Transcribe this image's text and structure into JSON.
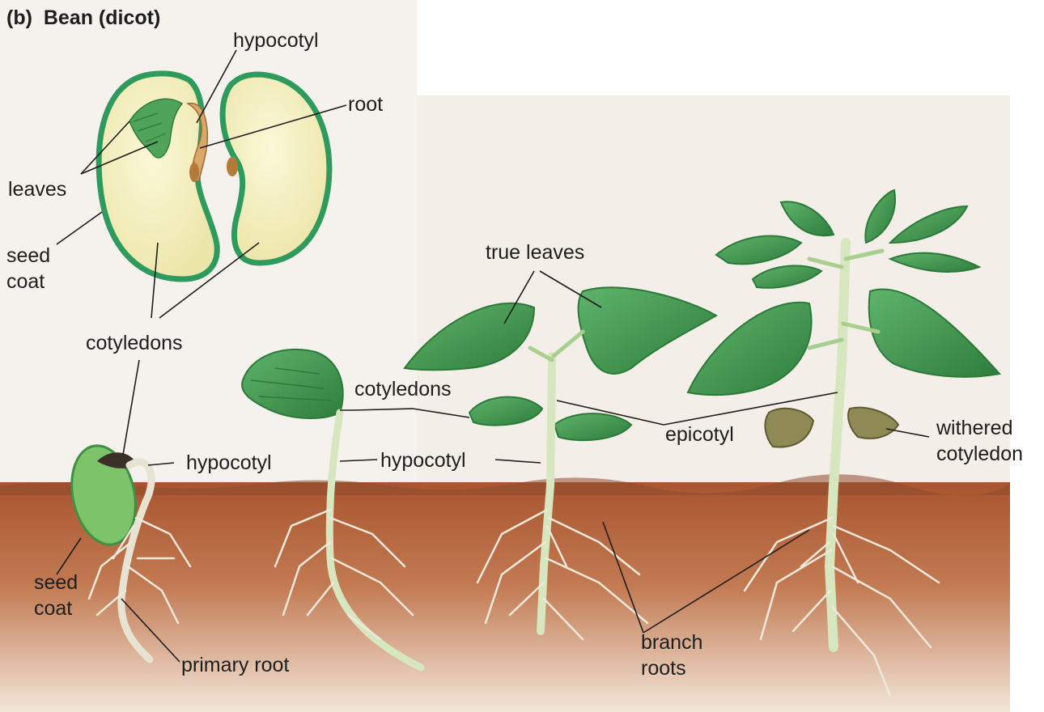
{
  "figure": {
    "panel_letter": "(b)",
    "title": "Bean (dicot)"
  },
  "labels": {
    "hypocotyl_seed": "hypocotyl",
    "root": "root",
    "leaves": "leaves",
    "seed_coat_top_1": "seed",
    "seed_coat_top_2": "coat",
    "cotyledons_seed": "cotyledons",
    "true_leaves": "true leaves",
    "cotyledons_mid": "cotyledons",
    "hypocotyl_germ": "hypocotyl",
    "hypocotyl_mid": "hypocotyl",
    "epicotyl": "epicotyl",
    "withered_1": "withered",
    "withered_2": "cotyledon",
    "seed_coat_bottom_1": "seed",
    "seed_coat_bottom_2": "coat",
    "primary_root": "primary root",
    "branch_1": "branch",
    "branch_2": "roots"
  },
  "colors": {
    "soil": "#b5653d",
    "soil_dark": "#8e4a2c",
    "cotyledon_fill": "#f4efbf",
    "seed_coat": "#2f9a5e",
    "leaf": "#3f9a4e",
    "leaf_dark": "#2b7a3a",
    "stem": "#a9cf8f",
    "background": "#f4efe9"
  }
}
